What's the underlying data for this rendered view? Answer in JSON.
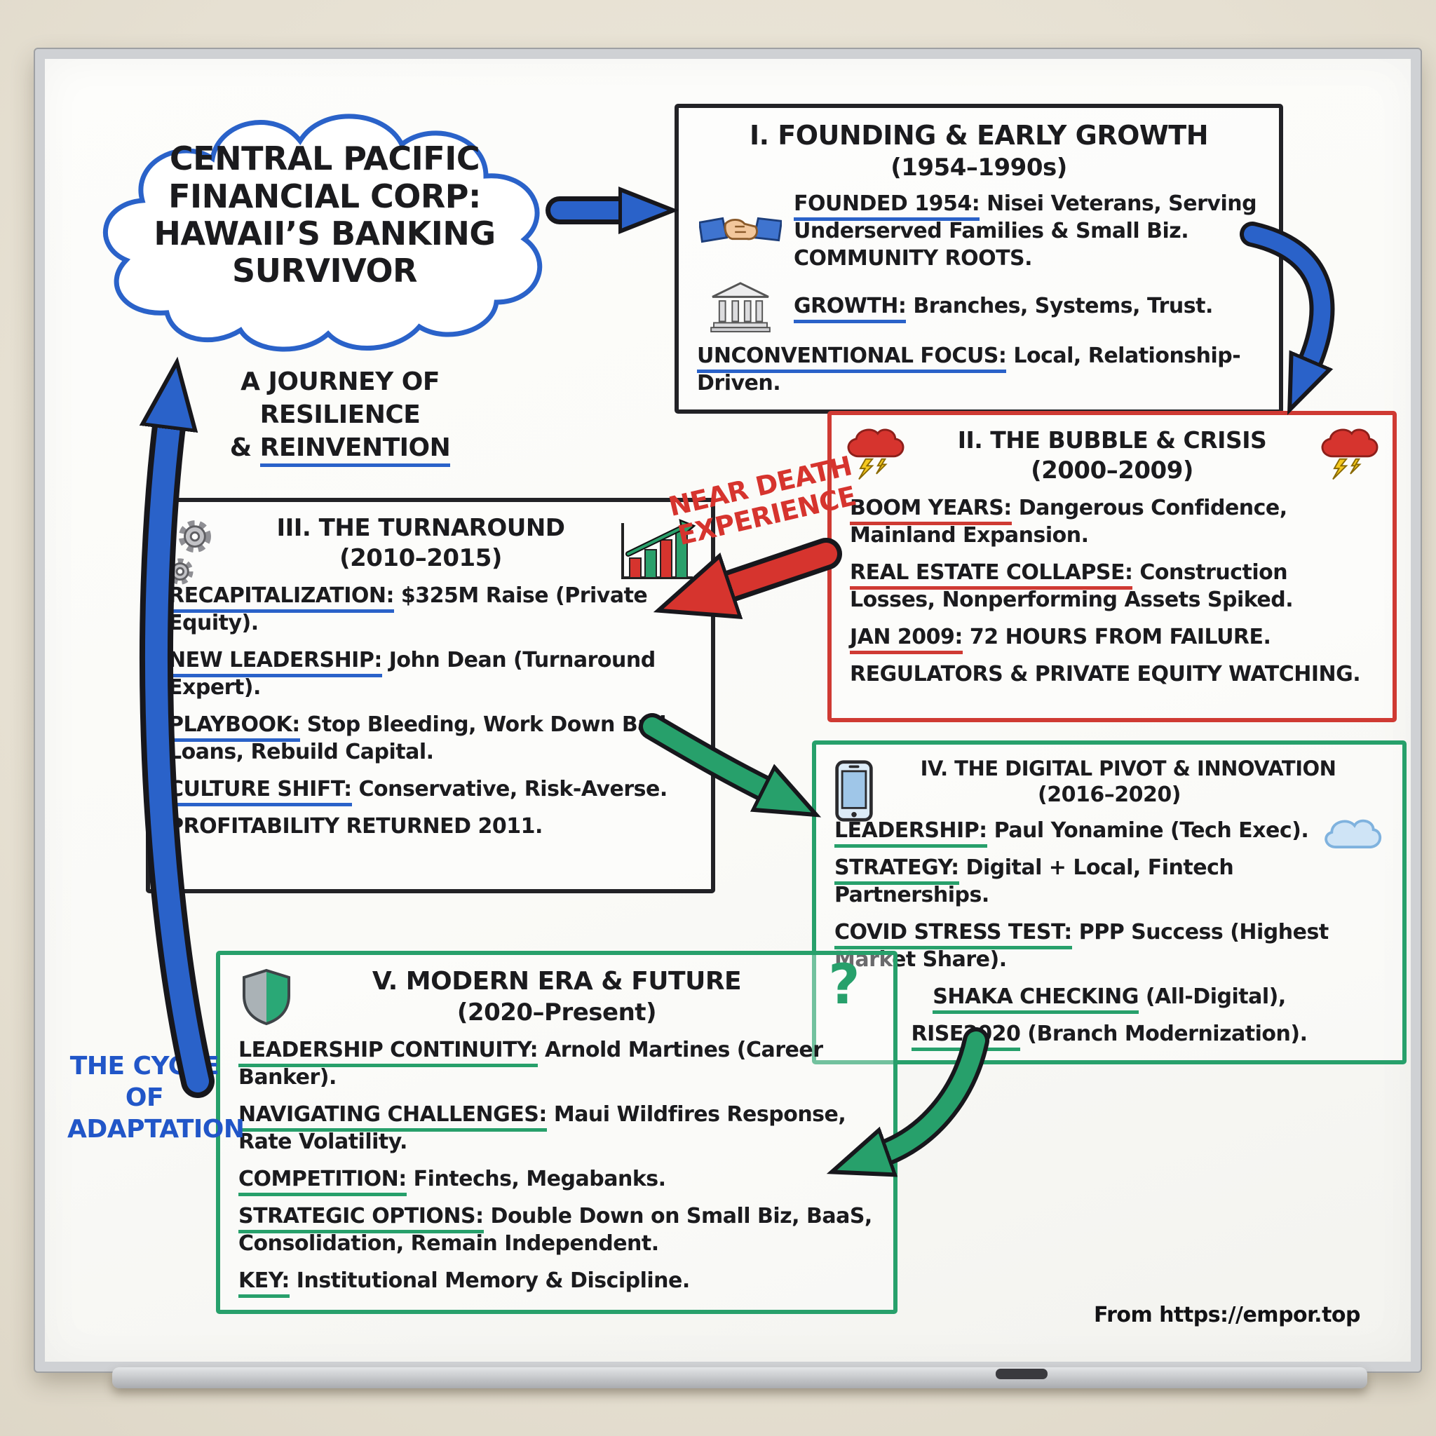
{
  "colors": {
    "blue": "#2a62c9",
    "red": "#cf3a33",
    "green": "#27a06b",
    "ink": "#1b1b1e"
  },
  "cloud": {
    "line1": "CENTRAL PACIFIC",
    "line2": "FINANCIAL CORP:",
    "line3": "HAWAII’S BANKING",
    "line4": "SURVIVOR"
  },
  "subtitle": {
    "line1": "A JOURNEY OF RESILIENCE",
    "amp": "& ",
    "underlined": "REINVENTION"
  },
  "near_death": {
    "line1": "NEAR DEATH",
    "line2": "EXPERIENCE"
  },
  "cycle_label": {
    "line1": "THE CYCLE",
    "line2": "OF",
    "line3": "ADAPTATION"
  },
  "footer": {
    "text": "From https://empor.top"
  },
  "box1": {
    "title": "I. FOUNDING & EARLY GROWTH",
    "years": "(1954–1990s)",
    "items": [
      {
        "label": "FOUNDED 1954:",
        "text": " Nisei Veterans, Serving Underserved Families & Small Biz. COMMUNITY ROOTS."
      },
      {
        "label": "GROWTH:",
        "text": " Branches, Systems, Trust."
      },
      {
        "label": "UNCONVENTIONAL FOCUS:",
        "text": " Local, Relationship-Driven."
      }
    ]
  },
  "box2": {
    "title": "II. THE BUBBLE & CRISIS",
    "years": "(2000–2009)",
    "items": [
      {
        "label": "BOOM YEARS:",
        "text": " Dangerous Confidence, Mainland Expansion."
      },
      {
        "label": "REAL ESTATE COLLAPSE:",
        "text": " Construction Losses, Nonperforming Assets Spiked."
      },
      {
        "label": "JAN 2009:",
        "text": " 72 HOURS FROM FAILURE."
      },
      {
        "label": "",
        "text": "REGULATORS & PRIVATE EQUITY WATCHING."
      }
    ]
  },
  "box3": {
    "title": "III. THE TURNAROUND",
    "years": "(2010–2015)",
    "items": [
      {
        "label": "RECAPITALIZATION:",
        "text": " $325M Raise (Private Equity)."
      },
      {
        "label": "NEW LEADERSHIP:",
        "text": " John Dean (Turnaround Expert)."
      },
      {
        "label": "PLAYBOOK:",
        "text": " Stop Bleeding, Work Down Bad Loans, Rebuild Capital."
      },
      {
        "label": "CULTURE SHIFT:",
        "text": " Conservative, Risk-Averse."
      },
      {
        "label": "",
        "text": "PROFITABILITY RETURNED 2011."
      }
    ]
  },
  "box4": {
    "title": "IV. THE DIGITAL PIVOT & INNOVATION",
    "years": "(2016–2020)",
    "items": [
      {
        "label": "LEADERSHIP:",
        "text": " Paul Yonamine (Tech Exec)."
      },
      {
        "label": "STRATEGY:",
        "text": " Digital + Local, Fintech Partnerships."
      },
      {
        "label": "COVID STRESS TEST:",
        "text": " PPP Success (Highest Market Share)."
      },
      {
        "label": "SHAKA CHECKING",
        "text": " (All-Digital),"
      },
      {
        "label": "RISE2020",
        "text": " (Branch Modernization)."
      }
    ]
  },
  "box5": {
    "title": "V. MODERN ERA & FUTURE",
    "years": "(2020–Present)",
    "question": "?",
    "items": [
      {
        "label": "LEADERSHIP CONTINUITY:",
        "text": " Arnold Martines (Career Banker)."
      },
      {
        "label": "NAVIGATING CHALLENGES:",
        "text": " Maui Wildfires Response, Rate Volatility."
      },
      {
        "label": "COMPETITION:",
        "text": " Fintechs, Megabanks."
      },
      {
        "label": "STRATEGIC OPTIONS:",
        "text": " Double Down on Small Biz, BaaS, Consolidation, Remain Independent."
      },
      {
        "label": "KEY:",
        "text": " Institutional Memory & Discipline."
      }
    ]
  }
}
